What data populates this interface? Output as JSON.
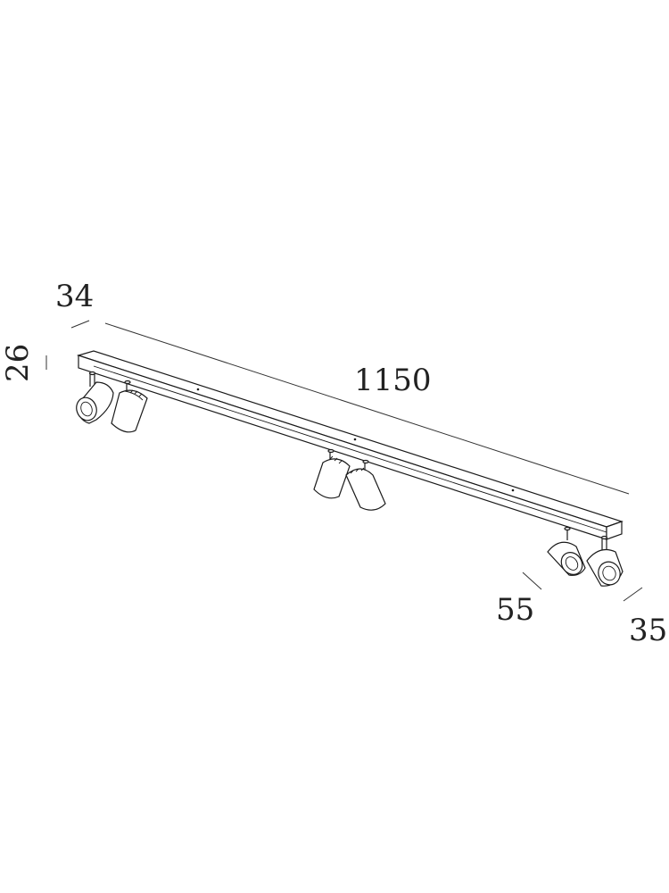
{
  "dimensions": {
    "depth": "34",
    "height": "26",
    "length": "1150",
    "spot_depth": "55",
    "spot_diameter": "35"
  }
}
